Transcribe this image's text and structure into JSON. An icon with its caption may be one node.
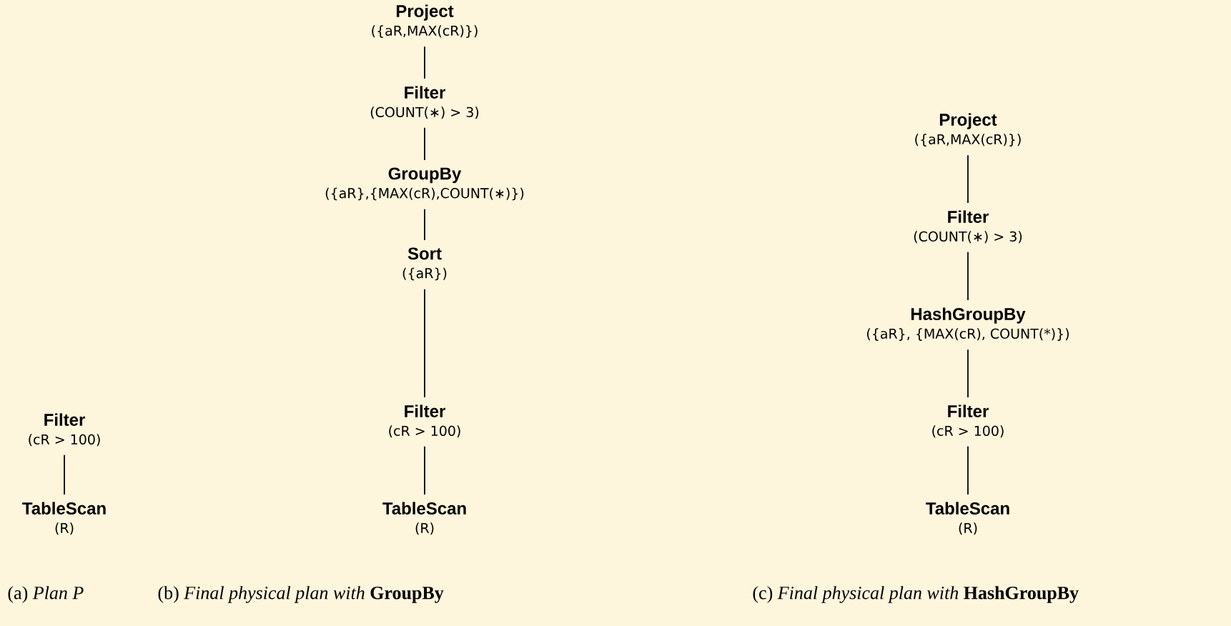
{
  "diagram": {
    "nodes": [
      {
        "text": [
          "Filter",
          "(cR > 100)"
        ]
      },
      {
        "text": [
          "TableScan",
          "(R)"
        ]
      },
      {
        "text": [
          "Project",
          "({aR,MAX(cR)})"
        ]
      },
      {
        "text": [
          "Filter",
          "(COUNT(∗) > 3)"
        ]
      },
      {
        "text": [
          "GroupBy",
          "({aR},{MAX(cR),COUNT(∗)})"
        ]
      },
      {
        "text": [
          "Sort",
          "({aR})"
        ]
      },
      {
        "text": [
          "Filter",
          "(cR > 100)"
        ]
      },
      {
        "text": [
          "TableScan",
          "(R)"
        ]
      },
      {
        "text": [
          "Project",
          "({aR,MAX(cR)})"
        ]
      },
      {
        "text": [
          "Filter",
          "(COUNT(∗) > 3)"
        ]
      },
      {
        "text": [
          "HashGroupBy",
          "({aR}, {MAX(cR), COUNT(*)})"
        ]
      },
      {
        "text": [
          "Filter",
          "(cR > 100)"
        ]
      },
      {
        "text": [
          "TableScan",
          "(R)"
        ]
      }
    ],
    "edges": [
      {
        "from": 0,
        "to": 1,
        "arrow": "none"
      },
      {
        "from": 2,
        "to": 3,
        "arrow": "none"
      },
      {
        "from": 3,
        "to": 4,
        "arrow": "none"
      },
      {
        "from": 4,
        "to": 5,
        "arrow": "none"
      },
      {
        "from": 5,
        "to": 6,
        "arrow": "none"
      },
      {
        "from": 6,
        "to": 7,
        "arrow": "none"
      },
      {
        "from": 8,
        "to": 9,
        "arrow": "none"
      },
      {
        "from": 9,
        "to": 10,
        "arrow": "none"
      },
      {
        "from": 10,
        "to": 11,
        "arrow": "none"
      },
      {
        "from": 11,
        "to": 12,
        "arrow": "none"
      }
    ],
    "labels": [
      "(a) *Plan P*",
      "(b) *Final physical plan with* **GroupBy**",
      "(c) *Final physical plan with* **HashGroupBy**"
    ]
  }
}
